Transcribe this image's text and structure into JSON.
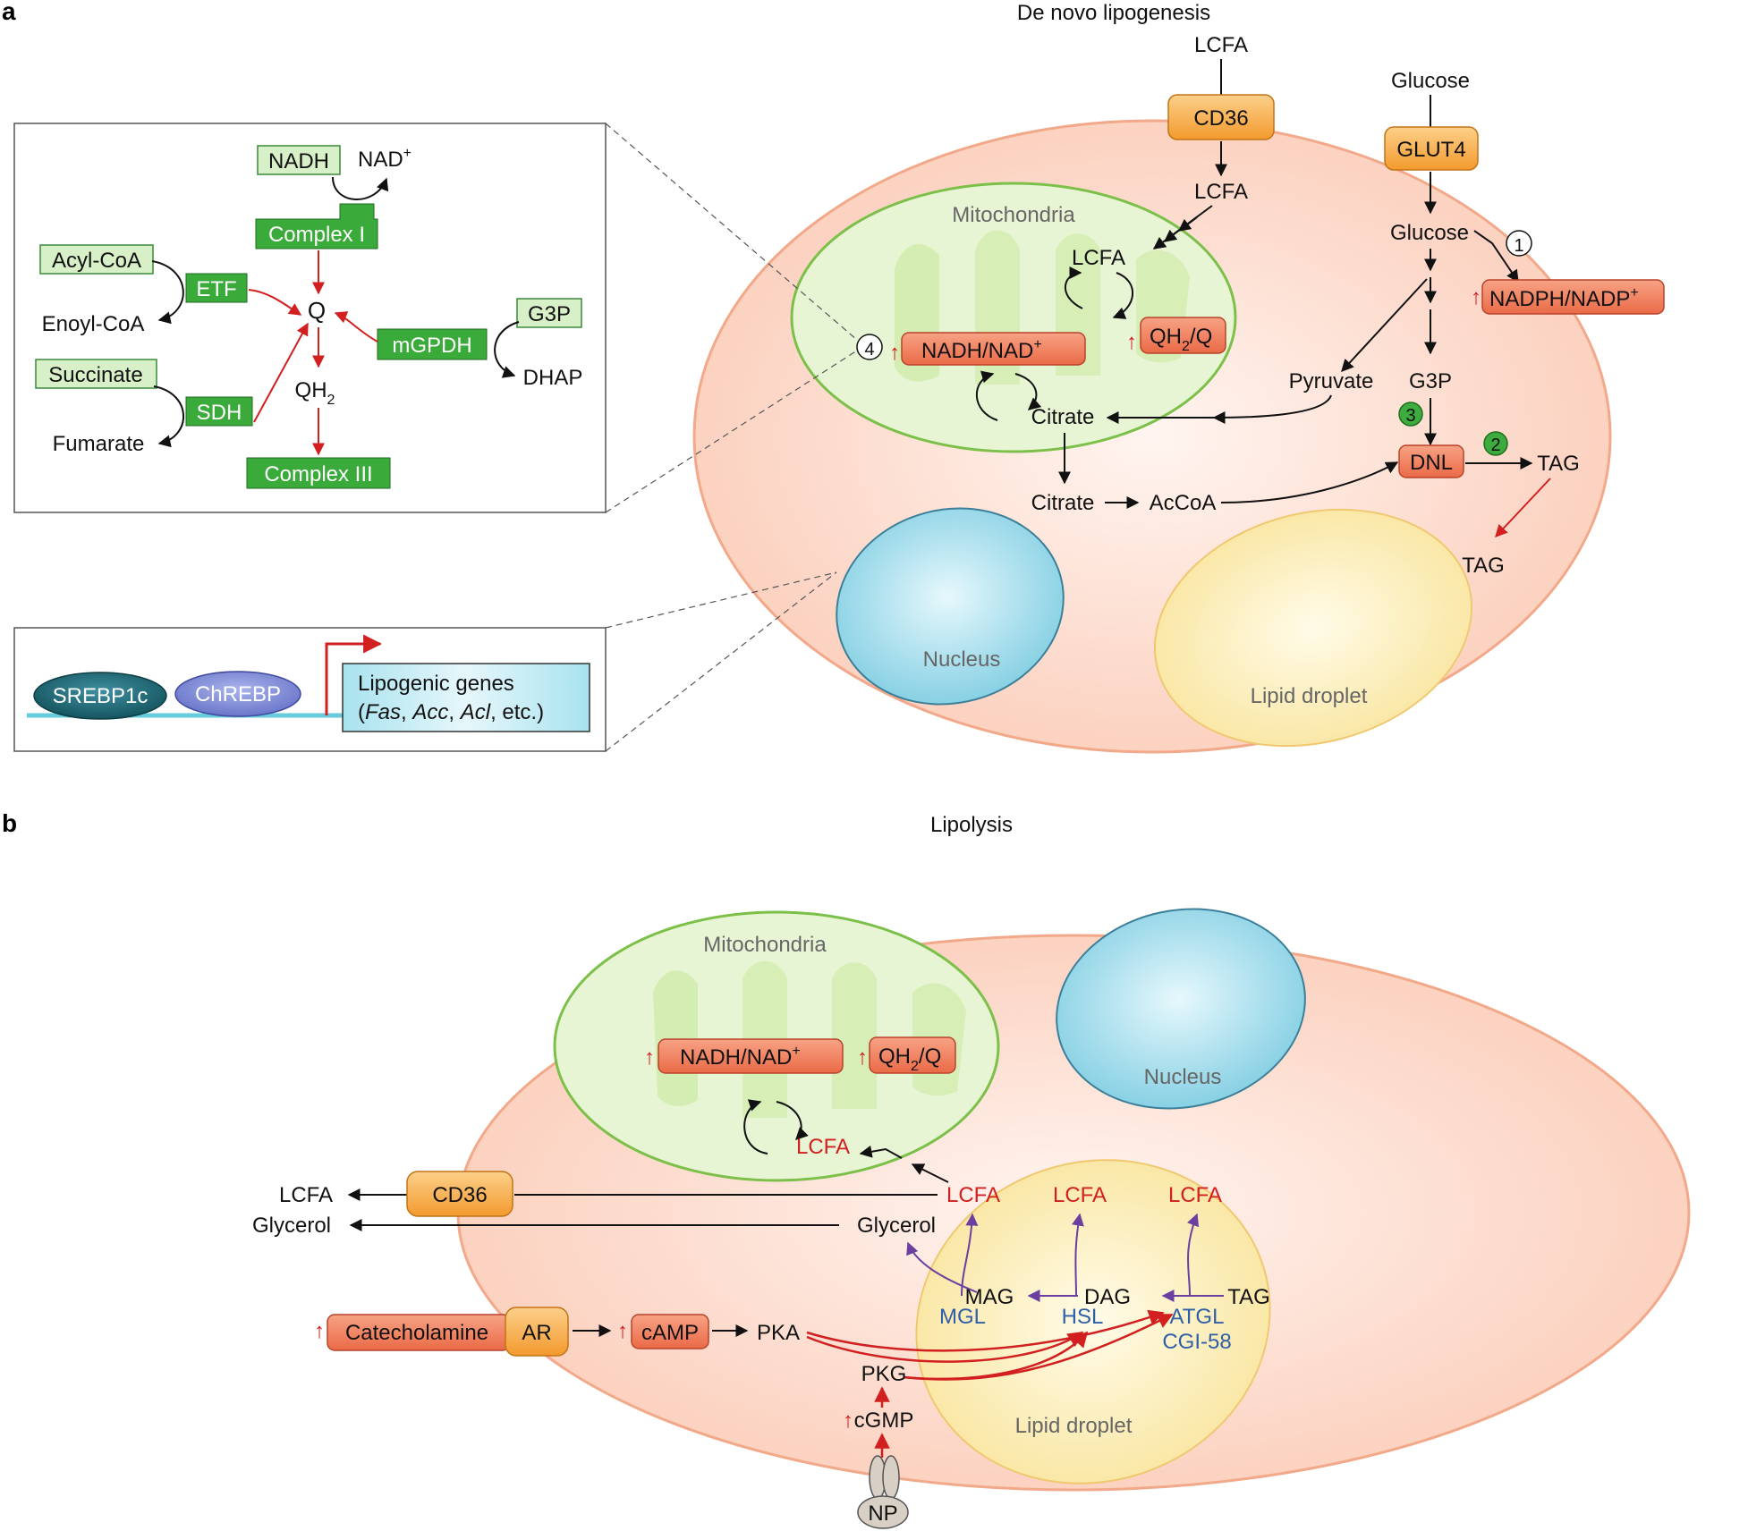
{
  "colors": {
    "cell_fill": "#fbd0bf",
    "cell_stroke": "#f2a98a",
    "mito_fill": "#c9e8a0",
    "nucleus_fill": "#8fd3e6",
    "droplet_fill": "#fbeaa5",
    "red_arrow": "#d21f1f",
    "purple_arrow": "#6a3fa0",
    "enzyme_blue": "#2e5fa8",
    "complex_green": "#3aaa3a",
    "light_green": "#d8f0c8",
    "salmon_box": "#ee7a5a",
    "orange_transporter": "#f7ad4a"
  },
  "panel_a": {
    "label": "a",
    "title": "De novo lipogenesis",
    "lcfa_out": "LCFA",
    "cd36": "CD36",
    "lcfa_in": "LCFA",
    "glucose_out": "Glucose",
    "glut4": "GLUT4",
    "glucose_in": "Glucose",
    "step1": "1",
    "nadph": "NADPH/NADP",
    "nadph_sup": "+",
    "mito_label": "Mitochondria",
    "mito_lcfa": "LCFA",
    "step4": "4",
    "nadh_ratio": "NADH/NAD",
    "nadh_sup": "+",
    "qh2q_pre": "QH",
    "qh2q_sub": "2",
    "qh2q_post": "/Q",
    "citrate_mito": "Citrate",
    "pyruvate": "Pyruvate",
    "g3p": "G3P",
    "step3": "3",
    "step2": "2",
    "dnl": "DNL",
    "tag1": "TAG",
    "tag2": "TAG",
    "citrate_cyto": "Citrate",
    "accoa": "AcCoA",
    "nucleus": "Nucleus",
    "lipid_droplet": "Lipid droplet",
    "up_arrow": "↑"
  },
  "inset_etc": {
    "nadh": "NADH",
    "nad": "NAD",
    "nad_sup": "+",
    "complex1": "Complex I",
    "acylcoa": "Acyl-CoA",
    "etf": "ETF",
    "enoylcoa": "Enoyl-CoA",
    "q": "Q",
    "g3p": "G3P",
    "mgpdh": "mGPDH",
    "dhap": "DHAP",
    "succinate": "Succinate",
    "sdh": "SDH",
    "fumarate": "Fumarate",
    "qh2_pre": "QH",
    "qh2_sub": "2",
    "complex3": "Complex III"
  },
  "inset_genes": {
    "srebp1c": "SREBP1c",
    "chrebp": "ChREBP",
    "genes_line1": "Lipogenic genes",
    "genes_open": "(",
    "fas": "Fas",
    "sep1": ", ",
    "acc": "Acc",
    "sep2": ", ",
    "acl": "Acl",
    "etc": ", etc.)"
  },
  "panel_b": {
    "label": "b",
    "title": "Lipolysis",
    "mito_label": "Mitochondria",
    "nadh_ratio": "NADH/NAD",
    "nadh_sup": "+",
    "qh2q_pre": "QH",
    "qh2q_sub": "2",
    "qh2q_post": "/Q",
    "mito_lcfa": "LCFA",
    "nucleus": "Nucleus",
    "lcfa_out": "LCFA",
    "cd36": "CD36",
    "glycerol_out": "Glycerol",
    "lcfa1": "LCFA",
    "lcfa2": "LCFA",
    "lcfa3": "LCFA",
    "glycerol_in": "Glycerol",
    "mag": "MAG",
    "dag": "DAG",
    "tag": "TAG",
    "mgl": "MGL",
    "hsl": "HSL",
    "atgl": "ATGL",
    "cgi58": "CGI-58",
    "catecholamine": "Catecholamine",
    "ar": "AR",
    "camp": "cAMP",
    "pka": "PKA",
    "pkg": "PKG",
    "cgmp": "cGMP",
    "np": "NP",
    "lipid_droplet": "Lipid droplet",
    "up_arrow": "↑"
  }
}
